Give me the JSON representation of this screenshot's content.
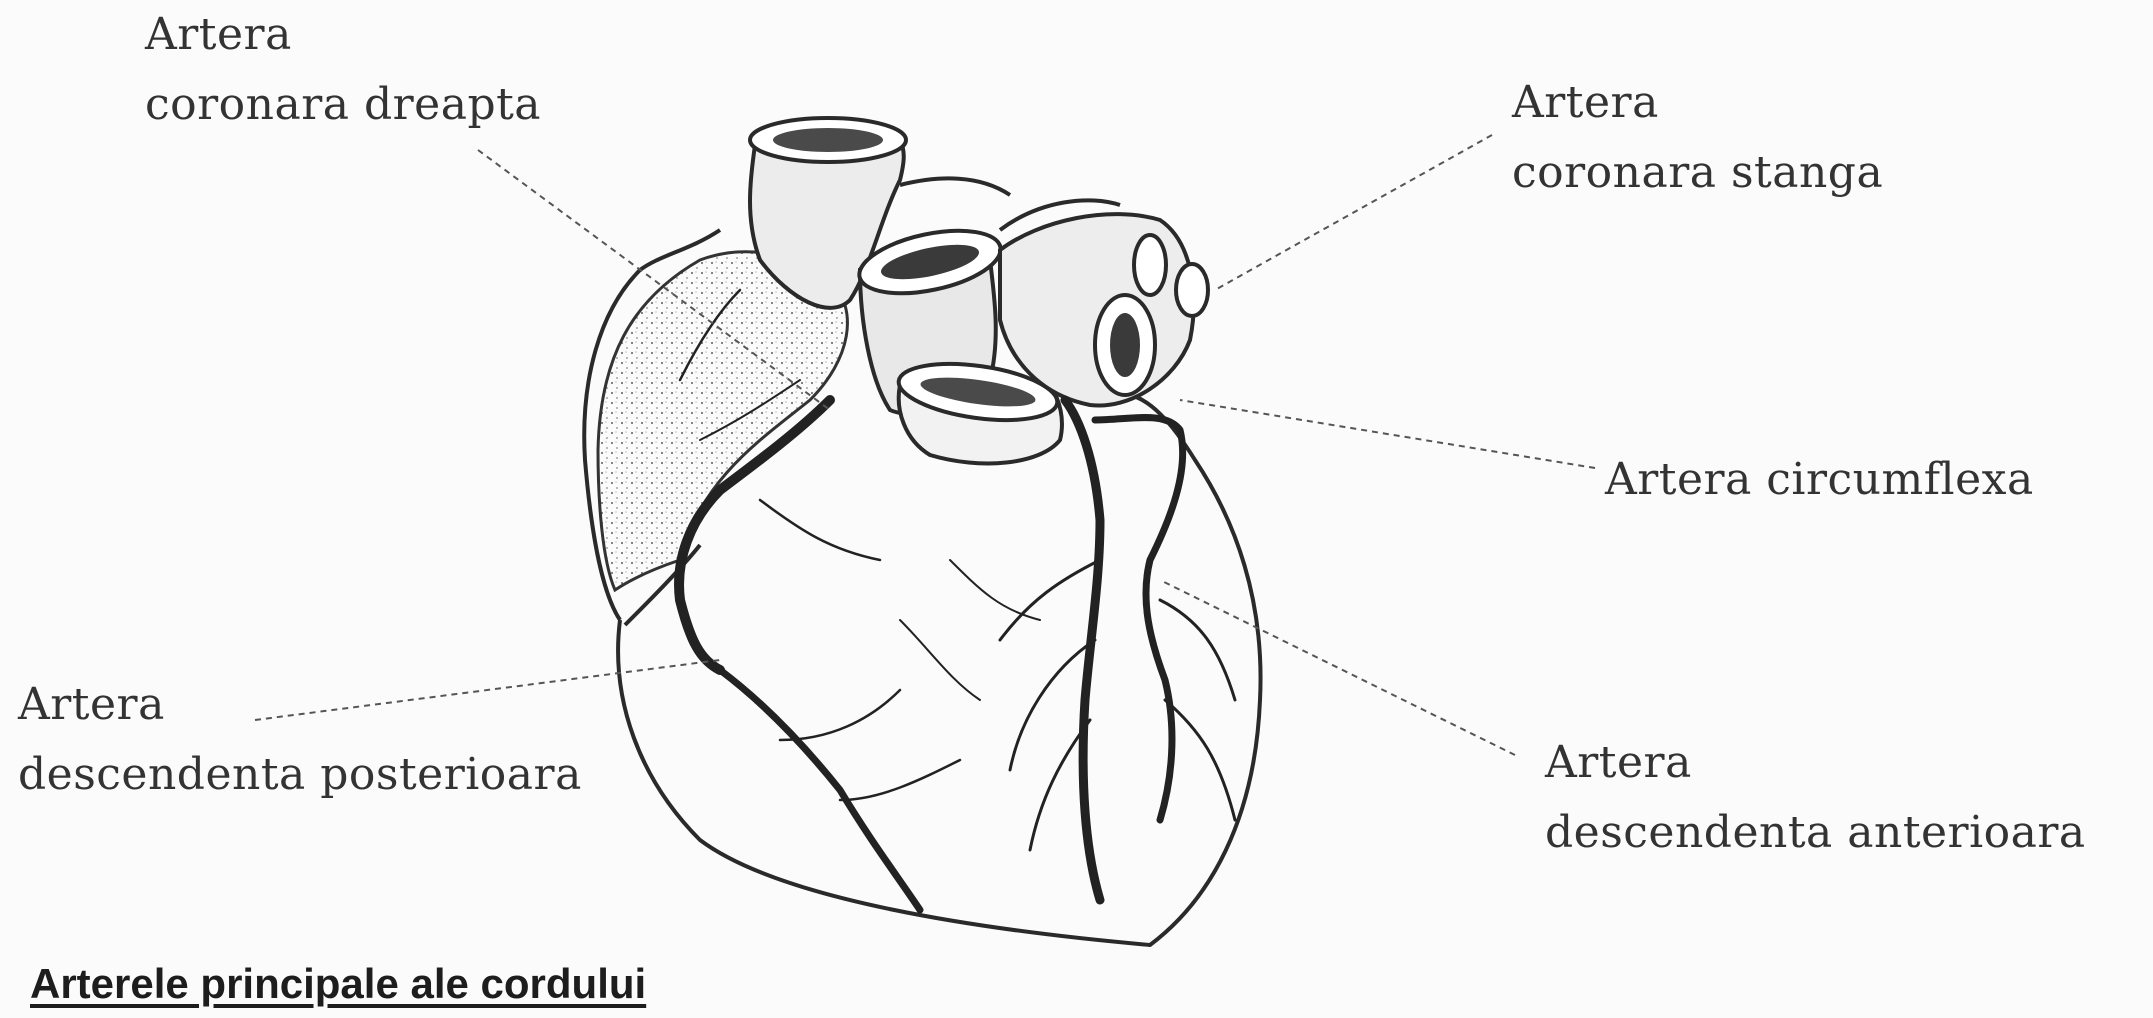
{
  "labels": {
    "right_coronary": [
      "Artera",
      "coronara dreapta"
    ],
    "left_coronary": [
      "Artera",
      "coronara stanga"
    ],
    "circumflex": [
      "Artera circumflexa"
    ],
    "posterior_descending": [
      "Artera",
      "descendenta posterioara"
    ],
    "anterior_descending": [
      "Artera",
      "descendenta anterioara"
    ]
  },
  "caption": "Arterele principale ale cordului",
  "colors": {
    "background": "#fbfbfb",
    "ink": "#2a2a2a",
    "vessel_inner": "#3a3a3a",
    "shading": "#8a8a8a"
  }
}
